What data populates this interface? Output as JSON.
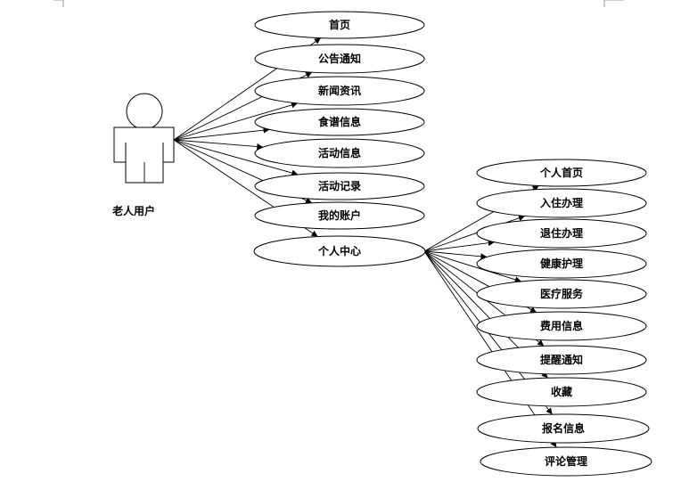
{
  "actor": {
    "label": "老人用户"
  },
  "main_use_cases": [
    {
      "label": "首页"
    },
    {
      "label": "公告通知"
    },
    {
      "label": "新闻资讯"
    },
    {
      "label": "食谱信息"
    },
    {
      "label": "活动信息"
    },
    {
      "label": "活动记录"
    },
    {
      "label": "我的账户"
    },
    {
      "label": "个人中心"
    }
  ],
  "personal_center_use_cases": [
    {
      "label": "个人首页"
    },
    {
      "label": "入住办理"
    },
    {
      "label": "退住办理"
    },
    {
      "label": "健康护理"
    },
    {
      "label": "医疗服务"
    },
    {
      "label": "费用信息"
    },
    {
      "label": "提醒通知"
    },
    {
      "label": "收藏"
    },
    {
      "label": "报名信息"
    },
    {
      "label": "评论管理"
    }
  ],
  "colors": {
    "stroke": "#000000",
    "fill": "#ffffff",
    "page_corner": "#9a9a9a"
  }
}
